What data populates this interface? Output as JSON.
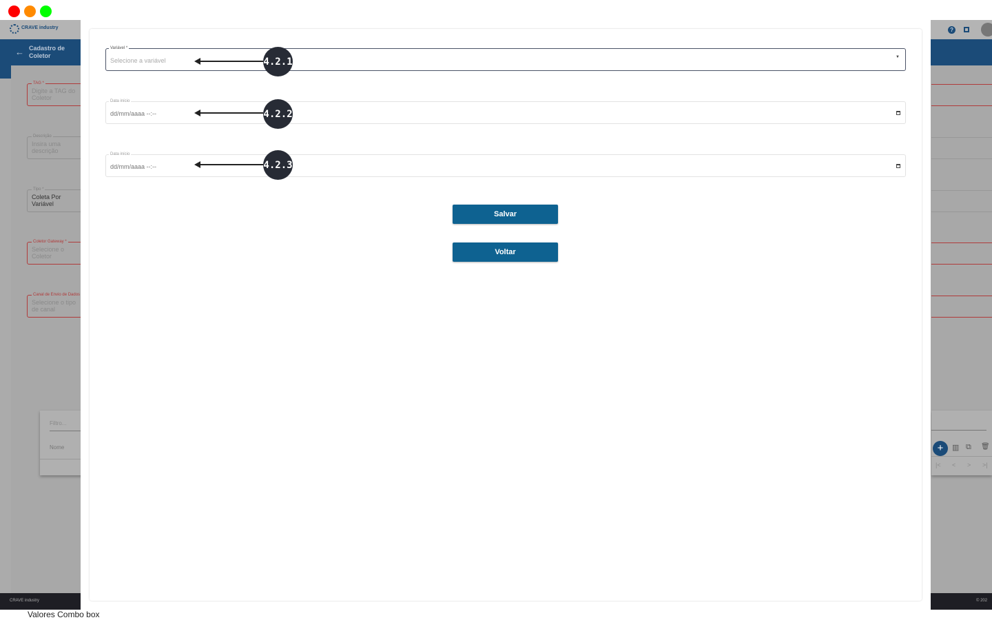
{
  "window": {
    "controls": [
      "close",
      "minimize",
      "maximize"
    ]
  },
  "app": {
    "logo": "CRAVE industry",
    "page_title": "Cadastro de Coletor",
    "footer_logo": "CRAVE industry",
    "copyright": "© 202",
    "bottom_caption": "Valores Combo box"
  },
  "background_form": [
    {
      "label": "TAG *",
      "placeholder": "Digite a TAG do Coletor",
      "required": true
    },
    {
      "label": "Descrição",
      "placeholder": "Insira uma descrição",
      "required": false
    },
    {
      "label": "Tipo *",
      "value": "Coleta Por Variável",
      "required": false
    },
    {
      "label": "Coletor Gateway *",
      "placeholder": "Selecione o Coletor",
      "required": true
    },
    {
      "label": "Canal de Envio de Dados",
      "placeholder": "Selecione o tipo de canal",
      "required": true
    }
  ],
  "background_table": {
    "filter_placeholder": "Filtro...",
    "column": "Nome"
  },
  "modal": {
    "fields": [
      {
        "label": "Variável *",
        "placeholder": "Selecione a variável",
        "callout": "4.2.1"
      },
      {
        "label": "Data início",
        "placeholder": "dd/mm/aaaa --:--",
        "callout": "4.2.2"
      },
      {
        "label": "Data início",
        "placeholder": "dd/mm/aaaa --:--",
        "callout": "4.2.3"
      }
    ],
    "save_label": "Salvar",
    "back_label": "Voltar"
  },
  "colors": {
    "primary": "#0e6291",
    "header_blue": "#1b4b78",
    "error": "#b03a3a",
    "callout": "#272b35"
  }
}
